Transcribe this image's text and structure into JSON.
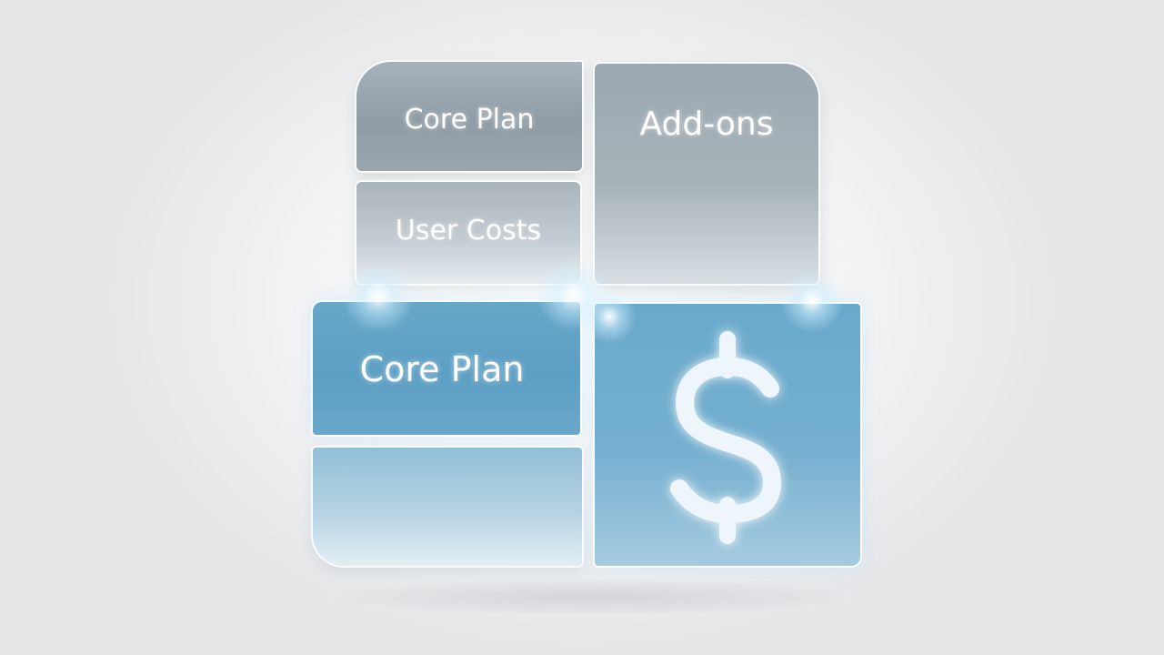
{
  "tiles": {
    "core_plan_top": "Core Plan",
    "user_costs": "User Costs",
    "add_ons": "Add-ons",
    "core_plan_bottom": "Core Plan",
    "dollar_symbol": "$"
  },
  "colors": {
    "grey_tile": "#9aa6ae",
    "blue_tile": "#65a5c8",
    "text": "#ffffff",
    "background": "#f3f4f5"
  },
  "icons": [
    "dollar-sign-icon"
  ]
}
